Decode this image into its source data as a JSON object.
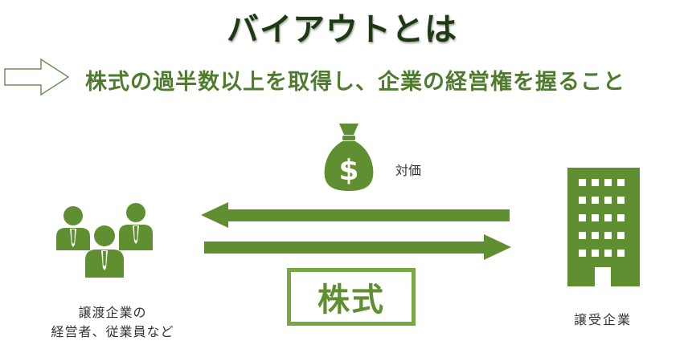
{
  "title": "バイアウトとは",
  "subtitle": "株式の過半数以上を取得し、企業の経営権を握ること",
  "consideration_label": "対価",
  "stock_label": "株式",
  "seller": {
    "line1": "譲渡企業の",
    "line2": "経営者、従業員など"
  },
  "buyer": {
    "label": "譲受企業"
  },
  "colors": {
    "title": "#1e3a12",
    "subtitle": "#4f7b2e",
    "icon_green": "#5f8f31",
    "box_border": "#78a843"
  },
  "icons": [
    "outline-arrow-icon",
    "money-bag-icon",
    "business-people-icon",
    "office-building-icon",
    "left-arrow-icon",
    "right-arrow-icon"
  ]
}
